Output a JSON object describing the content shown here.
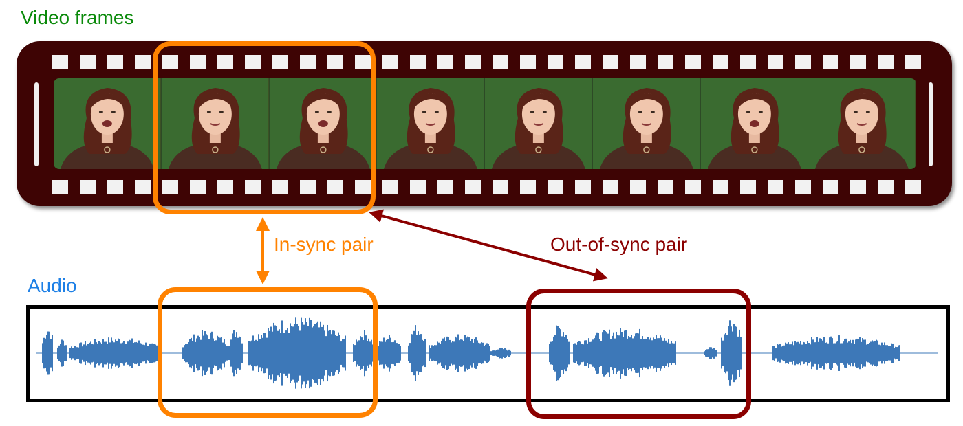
{
  "labels": {
    "video_frames": "Video frames",
    "audio": "Audio",
    "in_sync_pair": "In-sync pair",
    "out_of_sync_pair": "Out-of-sync pair"
  },
  "colors": {
    "video_label": "#0a8a0a",
    "audio_label": "#1e80e6",
    "in_sync": "#ff8200",
    "out_of_sync": "#8b0000",
    "film": "#3e0404",
    "waveform": "#3d78b8",
    "frame_background": "#3a6b30"
  },
  "film_strip": {
    "frame_count": 8,
    "perforations_per_row": 32,
    "frame_icon": "face-frame-icon"
  },
  "pairs": [
    {
      "name": "in-sync",
      "video_frames": [
        2,
        3
      ]
    },
    {
      "name": "out-of-sync",
      "video_frames": [
        2,
        3
      ]
    }
  ]
}
